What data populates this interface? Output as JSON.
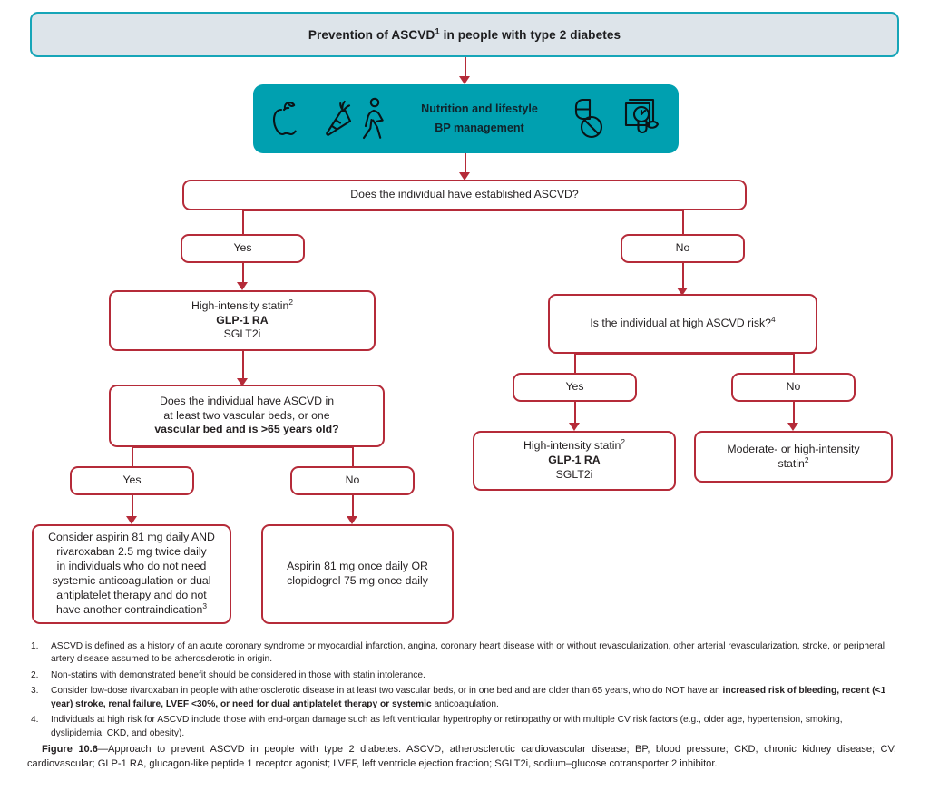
{
  "header": {
    "title_pre": "Prevention of ASCVD",
    "title_sup": "1",
    "title_post": " in people with type 2 diabetes",
    "full_title": "Prevention of ASCVD1 in people with type 2 diabetes",
    "fill_color": "#dde4ea",
    "border_color": "#16a5b8"
  },
  "lifestyle": {
    "line1": "Nutrition and lifestyle",
    "line2": "BP management",
    "background_color": "#00a0b0",
    "icons_left": [
      "apple-icon",
      "carrot-icon",
      "walking-person-icon"
    ],
    "icons_right": [
      "capsule-icon",
      "no-pill-icon",
      "blood-pressure-monitor-icon"
    ]
  },
  "flow": {
    "accent_color": "#b52b39",
    "q1": {
      "text": "Does the individual have established ASCVD?"
    },
    "q1_yes": {
      "label": "Yes"
    },
    "q1_no": {
      "label": "No"
    },
    "left_treatment": {
      "line1": "High-intensity statin",
      "line1_sup": "2",
      "line2": "GLP-1 RA",
      "line3": "SGLT2i"
    },
    "q2": {
      "line1": "Does the individual have ASCVD in",
      "line2": "at least two vascular beds, or one",
      "line3_bold": "vascular bed and is >65 years old?"
    },
    "q2_yes": {
      "label": "Yes"
    },
    "q2_no": {
      "label": "No"
    },
    "aspirin_rivaroxaban": {
      "line1": "Consider aspirin 81 mg daily AND",
      "line2": "rivaroxaban 2.5 mg twice daily",
      "line3": "in individuals who do not need",
      "line4": "systemic anticoagulation or dual",
      "line5": "antiplatelet therapy and do not",
      "line6": "have another contraindication",
      "line6_sup": "3"
    },
    "aspirin_clopidogrel": {
      "line1": "Aspirin 81 mg once daily OR",
      "line2": "clopidogrel 75 mg once daily"
    },
    "q3": {
      "text": "Is the individual at high ASCVD risk?",
      "sup": "4"
    },
    "q3_yes": {
      "label": "Yes"
    },
    "q3_no": {
      "label": "No"
    },
    "right_treatment_yes": {
      "line1": "High-intensity statin",
      "line1_sup": "2",
      "line2": "GLP-1 RA",
      "line3": "SGLT2i"
    },
    "right_treatment_no": {
      "line1": "Moderate- or high-intensity",
      "line2": "statin",
      "line2_sup": "2"
    }
  },
  "footnotes": [
    {
      "num": "1.",
      "text": "ASCVD is defined as a history of an acute coronary syndrome or myocardial infarction, angina, coronary heart disease with or without revascularization, other arterial revascularization, stroke, or peripheral artery disease assumed to be atherosclerotic in origin."
    },
    {
      "num": "2.",
      "text": "Non-statins with demonstrated benefit should be considered in those with statin intolerance."
    },
    {
      "num": "3.",
      "text_pre": "Consider low-dose rivaroxaban in people with atherosclerotic disease in at least two vascular beds, or in one bed and are older than 65 years, who do NOT have an ",
      "text_bold": "increased risk of bleeding, recent (<1 year) stroke, renal failure, LVEF <30%, or need for dual antiplatelet therapy or systemic",
      "text_post": " anticoagulation."
    },
    {
      "num": "4.",
      "text": "Individuals at high risk for ASCVD include those with end-organ damage such as left ventricular hypertrophy or retinopathy or with multiple CV risk factors (e.g., older age, hypertension, smoking, dyslipidemia, CKD, and obesity)."
    }
  ],
  "caption": {
    "label": "Figure 10.6",
    "text": "—Approach to prevent ASCVD in people with type 2 diabetes. ASCVD, atherosclerotic cardiovascular disease; BP, blood pressure; CKD, chronic kidney disease; CV, cardiovascular; GLP-1 RA, glucagon-like peptide 1 receptor agonist; LVEF, left ventricle ejection fraction; SGLT2i, sodium–glucose cotransporter 2 inhibitor."
  }
}
